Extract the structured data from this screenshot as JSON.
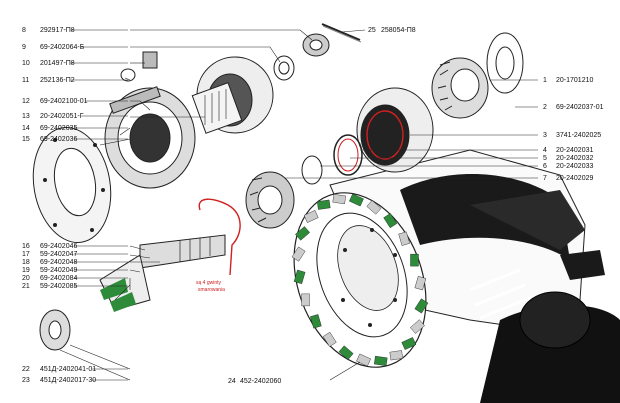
{
  "left_labels": [
    {
      "num": "8",
      "code": "292917-П8"
    },
    {
      "num": "9",
      "code": "69-2402064-Б"
    },
    {
      "num": "10",
      "code": "201497-П8"
    },
    {
      "num": "11",
      "code": "252136-П2"
    },
    {
      "num": "12",
      "code": "69-2402100-01"
    },
    {
      "num": "13",
      "code": "20-2402051-Г"
    },
    {
      "num": "14",
      "code": "69-2402035"
    },
    {
      "num": "15",
      "code": "69-2402036"
    },
    {
      "num": "16",
      "code": "69-2402046"
    },
    {
      "num": "17",
      "code": "59-2402047"
    },
    {
      "num": "18",
      "code": "69-2402048"
    },
    {
      "num": "19",
      "code": "59-2402049"
    },
    {
      "num": "20",
      "code": "69-2402084"
    },
    {
      "num": "21",
      "code": "59-2402085"
    },
    {
      "num": "22",
      "code": "451Д-2402041-01"
    },
    {
      "num": "23",
      "code": "451Д-2402017-30"
    }
  ],
  "right_labels": [
    {
      "num": "1",
      "code": "20-1701210"
    },
    {
      "num": "2",
      "code": "69-2402037-01"
    },
    {
      "num": "3",
      "code": "3741-2402025"
    },
    {
      "num": "4",
      "code": "20-2402031"
    },
    {
      "num": "5",
      "code": "20-2402032"
    },
    {
      "num": "6",
      "code": "20-2402033"
    },
    {
      "num": "7",
      "code": "20-2402029"
    }
  ],
  "top_label": {
    "num": "25",
    "code": "258054-П8"
  },
  "bottom_label": {
    "num": "24",
    "code": "452-2402060"
  },
  "annotation": {
    "line1": "są 4 gwinty",
    "line2": "smarowania"
  },
  "colors": {
    "highlight": "#d02020",
    "ink": "#111111",
    "green": "#2e8b3a"
  }
}
